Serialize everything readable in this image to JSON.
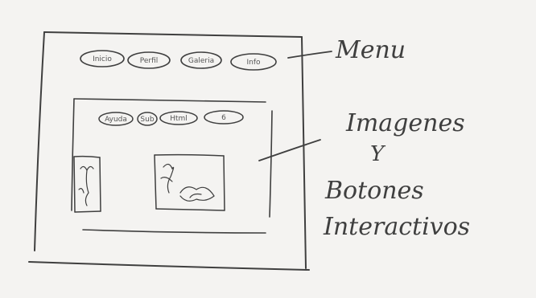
{
  "menu_buttons": [
    {
      "label": "Inicio"
    },
    {
      "label": "Perfil"
    },
    {
      "label": "Galeria"
    },
    {
      "label": "Info"
    }
  ],
  "inner_buttons": [
    {
      "label": "Ayuda"
    },
    {
      "label": "Sub"
    },
    {
      "label": "Html"
    },
    {
      "label": "6"
    }
  ],
  "annotations": {
    "menu": "Menu",
    "images_line1": "Imagenes",
    "images_line2": "Y",
    "images_line3": "Botones",
    "images_line4": "Interactivos"
  },
  "colors": {
    "paper": "#f4f3f1",
    "pencil": "#3f3f3f"
  }
}
